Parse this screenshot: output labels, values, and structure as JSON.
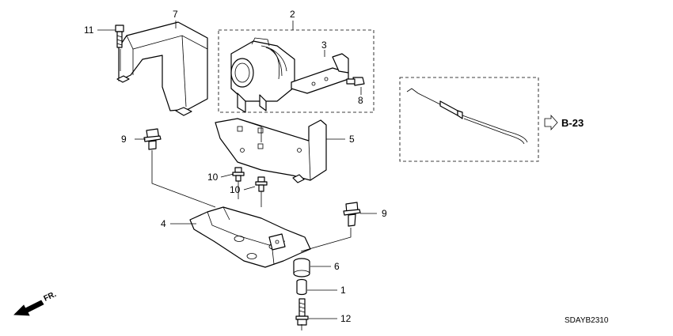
{
  "callouts": [
    {
      "id": "c1",
      "text": "1"
    },
    {
      "id": "c2",
      "text": "2"
    },
    {
      "id": "c3",
      "text": "3"
    },
    {
      "id": "c4",
      "text": "4"
    },
    {
      "id": "c5",
      "text": "5"
    },
    {
      "id": "c6",
      "text": "6"
    },
    {
      "id": "c7",
      "text": "7"
    },
    {
      "id": "c8",
      "text": "8"
    },
    {
      "id": "c9a",
      "text": "9"
    },
    {
      "id": "c9b",
      "text": "9"
    },
    {
      "id": "c10a",
      "text": "10"
    },
    {
      "id": "c10b",
      "text": "10"
    },
    {
      "id": "c11",
      "text": "11"
    },
    {
      "id": "c12",
      "text": "12"
    }
  ],
  "reference": {
    "label": "B-23"
  },
  "diagram_code": "SDAYB2310",
  "front_indicator": {
    "label": "FR."
  }
}
